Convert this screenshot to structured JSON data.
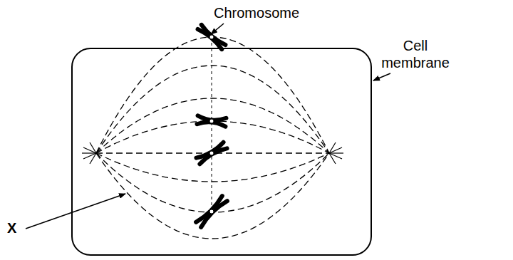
{
  "diagram": {
    "labels": [
      "Chromosome",
      "Cell membrane",
      "X"
    ]
  }
}
